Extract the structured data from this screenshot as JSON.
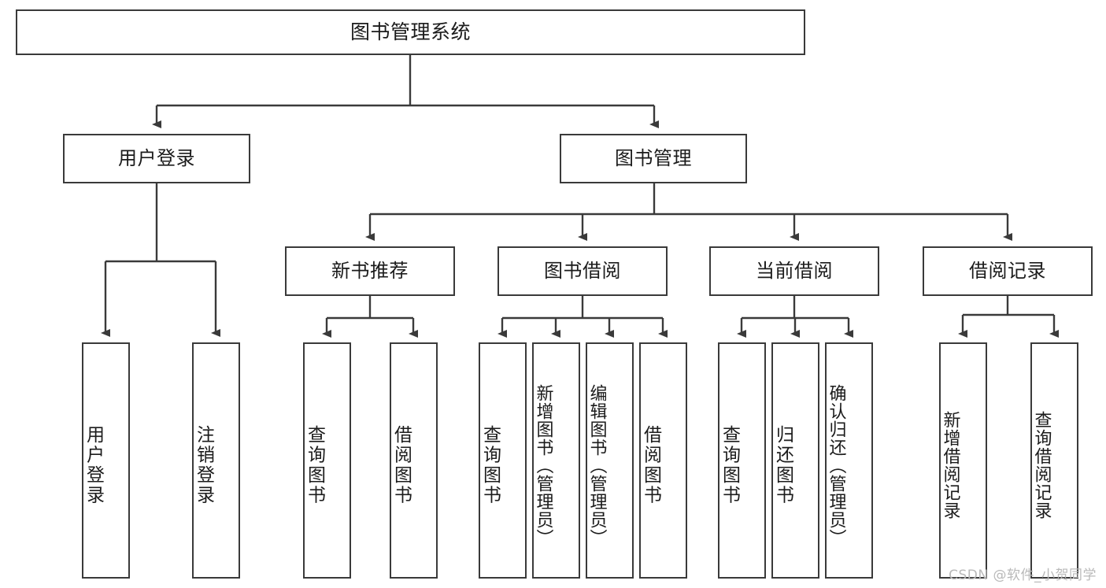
{
  "diagram": {
    "title": "图书管理系统",
    "watermark": "CSDN @软件_小贺同学",
    "root": {
      "label": "图书管理系统"
    },
    "level2": [
      {
        "label": "用户登录"
      },
      {
        "label": "图书管理"
      }
    ],
    "level3": [
      {
        "label": "新书推荐"
      },
      {
        "label": "图书借阅"
      },
      {
        "label": "当前借阅"
      },
      {
        "label": "借阅记录"
      }
    ],
    "leaves": {
      "user_login": [
        {
          "label": "用户登录"
        },
        {
          "label": "注销登录"
        }
      ],
      "new_book_recommend": [
        {
          "label": "查询图书"
        },
        {
          "label": "借阅图书"
        }
      ],
      "book_borrow": [
        {
          "label": "查询图书"
        },
        {
          "label": "新增图书（管理员）"
        },
        {
          "label": "编辑图书（管理员）"
        },
        {
          "label": "借阅图书"
        }
      ],
      "current_borrow": [
        {
          "label": "查询图书"
        },
        {
          "label": "归还图书"
        },
        {
          "label": "确认归还（管理员）"
        }
      ],
      "borrow_record": [
        {
          "label": "新增借阅记录"
        },
        {
          "label": "查询借阅记录"
        }
      ]
    }
  },
  "colors": {
    "border": "#3a3a3a",
    "text": "#1b1b1b",
    "background": "#ffffff",
    "watermark": "#b9b9b9"
  }
}
